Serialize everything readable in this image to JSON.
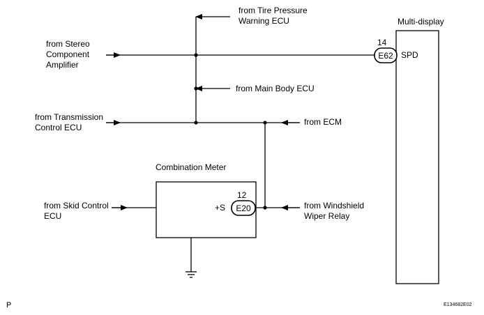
{
  "colors": {
    "line": "#000000",
    "background": "#ffffff"
  },
  "sources": {
    "tire_pressure": "from Tire Pressure\nWarning ECU",
    "stereo": "from Stereo\nComponent\nAmplifier",
    "main_body": "from Main Body ECU",
    "transmission": "from Transmission\nControl ECU",
    "ecm": "from ECM",
    "skid_control": "from Skid Control\nECU",
    "wiper_relay": "from Windshield\nWiper Relay"
  },
  "multi_display": {
    "title": "Multi-display",
    "pin_number": "14",
    "connector": "E62",
    "terminal": "SPD"
  },
  "combination_meter": {
    "title": "Combination Meter",
    "pin_number": "12",
    "connector": "E20",
    "terminal": "+S"
  },
  "footer": {
    "left_mark": "P",
    "figure_id": "E134682E02"
  }
}
